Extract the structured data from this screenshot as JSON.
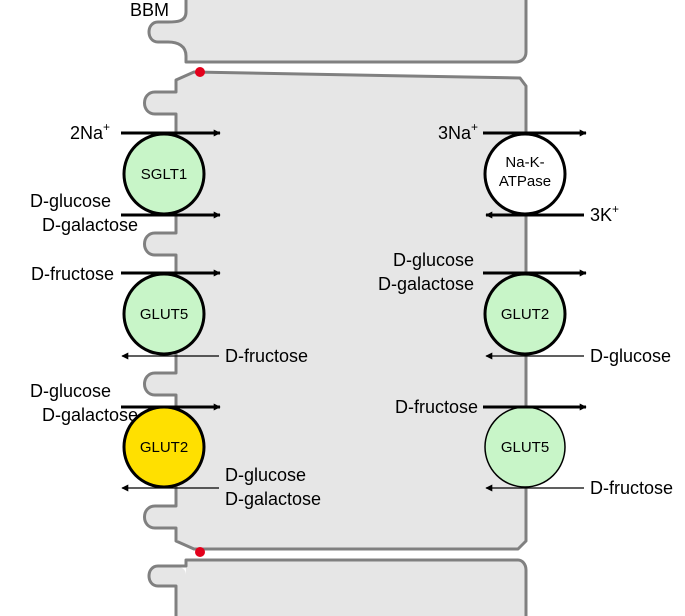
{
  "colors": {
    "cytoplasm": "#e6e6e6",
    "membrane": "#808080",
    "junction": "#e3001b",
    "light_green": "#c8f5c8",
    "yellow": "#ffe000",
    "white": "#ffffff"
  },
  "labels": {
    "bbm": "BBM"
  },
  "apical": {
    "sglt1": {
      "name": "SGLT1",
      "in_top": "2Na",
      "in_top_sup": "+",
      "in_bottom_line1": "D-glucose",
      "in_bottom_line2": "D-galactose"
    },
    "glut5": {
      "name": "GLUT5",
      "in": "D-fructose",
      "out": "D-fructose"
    },
    "glut2": {
      "name": "GLUT2",
      "in_line1": "D-glucose",
      "in_line2": "D-galactose",
      "out_line1": "D-glucose",
      "out_line2": "D-galactose"
    }
  },
  "basolateral": {
    "nak": {
      "name_line1": "Na-K-",
      "name_line2": "ATPase",
      "out": "3Na",
      "out_sup": "+",
      "in": "3K",
      "in_sup": "+"
    },
    "glut2": {
      "name": "GLUT2",
      "out_line1": "D-glucose",
      "out_line2": "D-galactose",
      "in": "D-glucose"
    },
    "glut5": {
      "name": "GLUT5",
      "out": "D-fructose",
      "in": "D-fructose"
    }
  }
}
